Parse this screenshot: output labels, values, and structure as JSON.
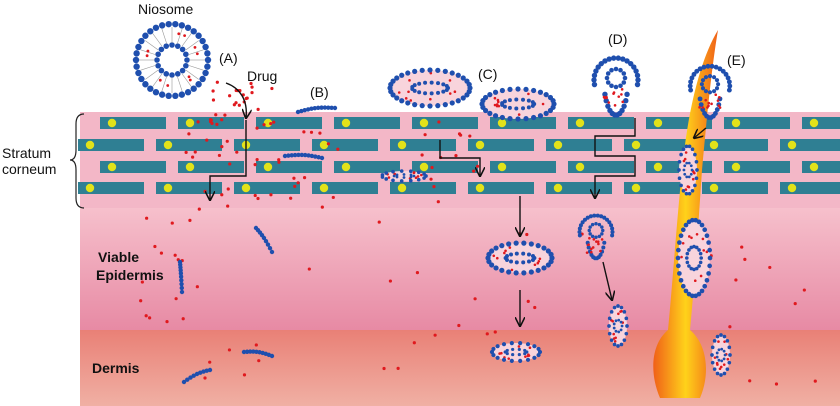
{
  "labels": {
    "niosome": "Niosome",
    "drug": "Drug",
    "a": "(A)",
    "b": "(B)",
    "c": "(C)",
    "d": "(D)",
    "e": "(E)",
    "stratum_line1": "Stratum",
    "stratum_line2": "corneum",
    "viable_line1": "Viable",
    "viable_line2": "Epidermis",
    "dermis": "Dermis"
  },
  "colors": {
    "stratum_corneum": "#f2b6c6",
    "viable_epidermis_top": "#f4b8c6",
    "viable_epidermis_bottom": "#e98aa6",
    "dermis": "#e88e86",
    "corneocyte": "#2f7f93",
    "lipid_dot": "#e2e21a",
    "bead": "#1f4fae",
    "drug_dot": "#e0191e",
    "hair_inner": "#ffd21a",
    "hair_outer": "#f04a18"
  }
}
